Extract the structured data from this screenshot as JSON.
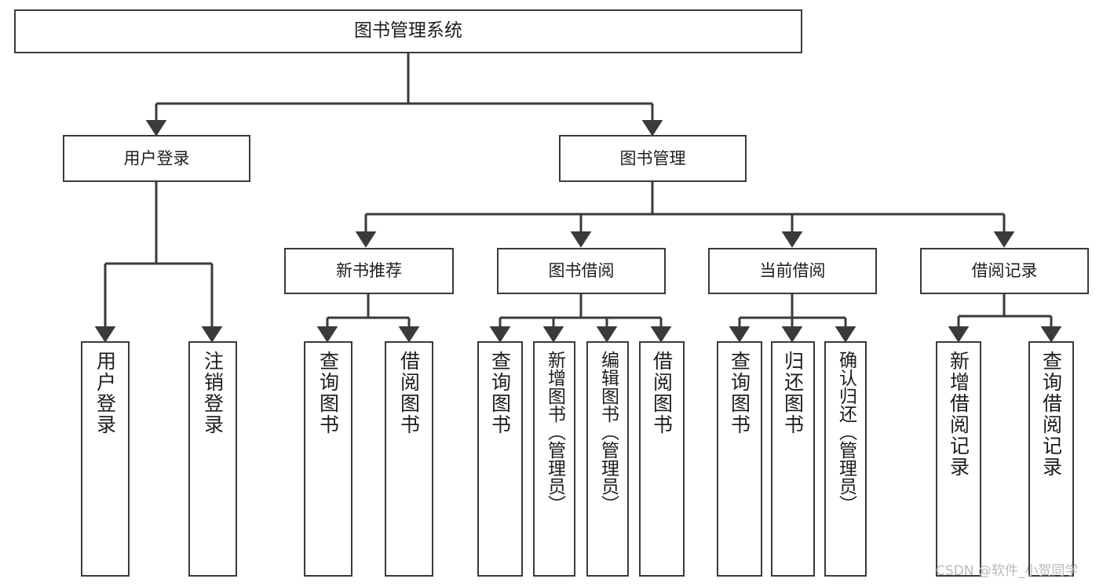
{
  "diagram": {
    "title": "图书管理系统",
    "watermark": "CSDN @软件_小贺同学",
    "line_color": "#3a3a3a",
    "background_color": "#ffffff",
    "text_color": "#1d1d1d",
    "root": {
      "label": "图书管理系统"
    },
    "level2": [
      {
        "label": "用户登录"
      },
      {
        "label": "图书管理"
      }
    ],
    "level3": [
      {
        "label": "新书推荐"
      },
      {
        "label": "图书借阅"
      },
      {
        "label": "当前借阅"
      },
      {
        "label": "借阅记录"
      }
    ],
    "leaves": {
      "user_login": [
        {
          "label": "用户登录"
        },
        {
          "label": "注销登录"
        }
      ],
      "new_book_recommend": [
        {
          "label": "查询图书"
        },
        {
          "label": "借阅图书"
        }
      ],
      "book_borrow": [
        {
          "label": "查询图书"
        },
        {
          "label": "新增图书（管理员）"
        },
        {
          "label": "编辑图书（管理员）"
        },
        {
          "label": "借阅图书"
        }
      ],
      "current_borrow": [
        {
          "label": "查询图书"
        },
        {
          "label": "归还图书"
        },
        {
          "label": "确认归还（管理员）"
        }
      ],
      "borrow_record": [
        {
          "label": "新增借阅记录"
        },
        {
          "label": "查询借阅记录"
        }
      ]
    }
  }
}
